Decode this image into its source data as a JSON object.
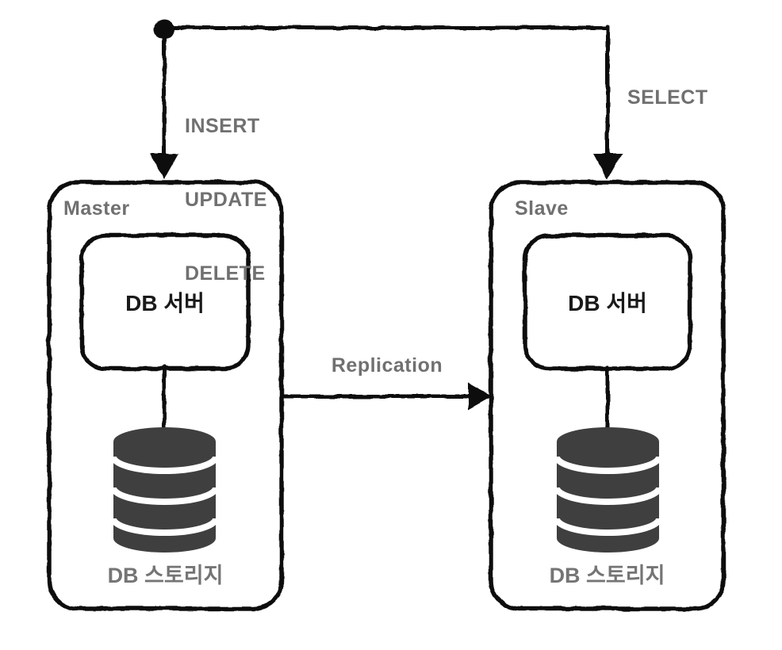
{
  "diagram": {
    "type": "database-replication-architecture",
    "background_color": "#ffffff",
    "line_color": "#111111",
    "gray_label_color": "#707070",
    "black_label_color": "#1a1a1a",
    "cylinder_color": "#3f3f3f",
    "write_arrow": {
      "lines": [
        "INSERT",
        "UPDATE",
        "DELETE"
      ]
    },
    "read_arrow": {
      "label": "SELECT"
    },
    "replication_arrow": {
      "label": "Replication"
    },
    "master": {
      "title": "Master",
      "server": "DB 서버",
      "storage": "DB 스토리지"
    },
    "slave": {
      "title": "Slave",
      "server": "DB 서버",
      "storage": "DB 스토리지"
    }
  }
}
